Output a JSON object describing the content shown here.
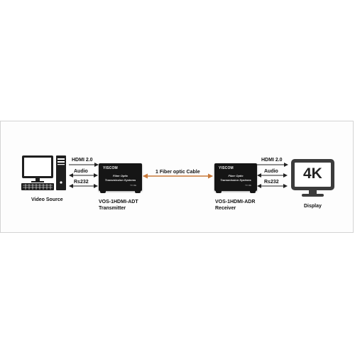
{
  "source": {
    "label": "Video Source"
  },
  "signals_left": {
    "hdmi": "HDMI 2.0",
    "audio": "Audio",
    "rs232": "Rs232"
  },
  "signals_right": {
    "hdmi": "HDMI 2.0",
    "audio": "Audio",
    "rs232": "Rs232"
  },
  "transmitter": {
    "brand": "YISCOM",
    "line1": "Fiber Optic",
    "line2": "Transmission Systems",
    "indicator": "TX  RE",
    "model": "VOS-1HDMI-ADT",
    "role": "Transmitter"
  },
  "receiver": {
    "brand": "YISCOM",
    "line1": "Fiber Optic",
    "line2": "Transmission Systems",
    "indicator": "TX  RE",
    "model": "VOS-1HDMI-ADR",
    "role": "Receiver"
  },
  "cable": {
    "label": "1 Fiber optic Cable",
    "color": "#c8793a"
  },
  "display": {
    "badge": "4K",
    "label": "Display"
  }
}
